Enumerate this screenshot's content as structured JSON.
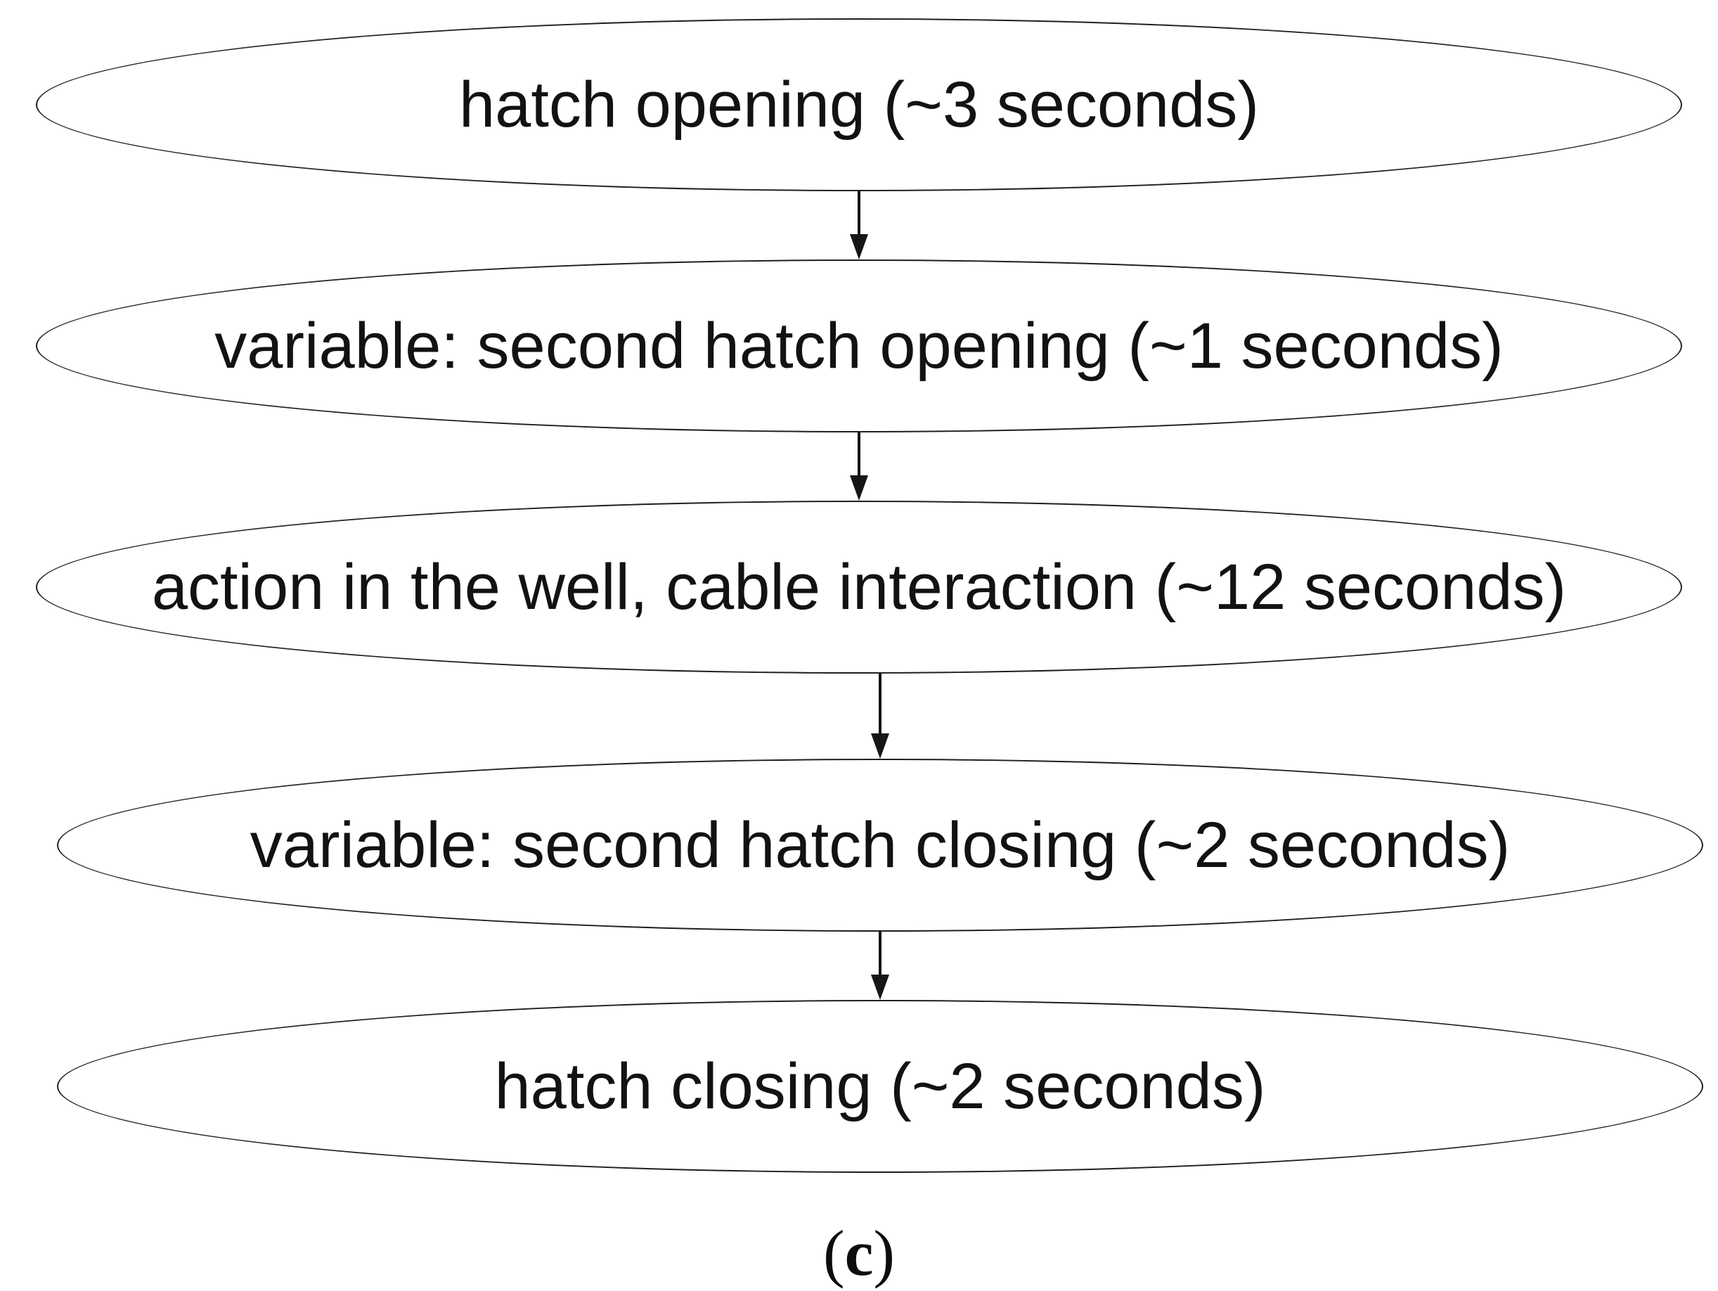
{
  "figure": {
    "type": "flowchart",
    "direction": "top-to-bottom",
    "nodes": [
      {
        "id": "hatch-opening",
        "shape": "ellipse",
        "label": "hatch opening (~3 seconds)"
      },
      {
        "id": "second-hatch-opening",
        "shape": "ellipse",
        "label": "variable: second hatch opening (~1 seconds)"
      },
      {
        "id": "well-cable-interaction",
        "shape": "ellipse",
        "label": "action in the well, cable interaction (~12 seconds)"
      },
      {
        "id": "second-hatch-closing",
        "shape": "ellipse",
        "label": "variable: second hatch closing (~2 seconds)"
      },
      {
        "id": "hatch-closing",
        "shape": "ellipse",
        "label": "hatch closing (~2 seconds)"
      }
    ],
    "edges": [
      {
        "from": "hatch-opening",
        "to": "second-hatch-opening",
        "style": "arrow-down"
      },
      {
        "from": "second-hatch-opening",
        "to": "well-cable-interaction",
        "style": "arrow-down"
      },
      {
        "from": "well-cable-interaction",
        "to": "second-hatch-closing",
        "style": "arrow-down"
      },
      {
        "from": "second-hatch-closing",
        "to": "hatch-closing",
        "style": "arrow-down"
      }
    ],
    "caption": {
      "open": "(",
      "letter": "c",
      "close": ")"
    },
    "colors": {
      "background": "#ffffff",
      "node_fill": "#ffffff",
      "node_stroke": "#1f1f1f",
      "text": "#121212",
      "arrow": "#161616"
    }
  }
}
